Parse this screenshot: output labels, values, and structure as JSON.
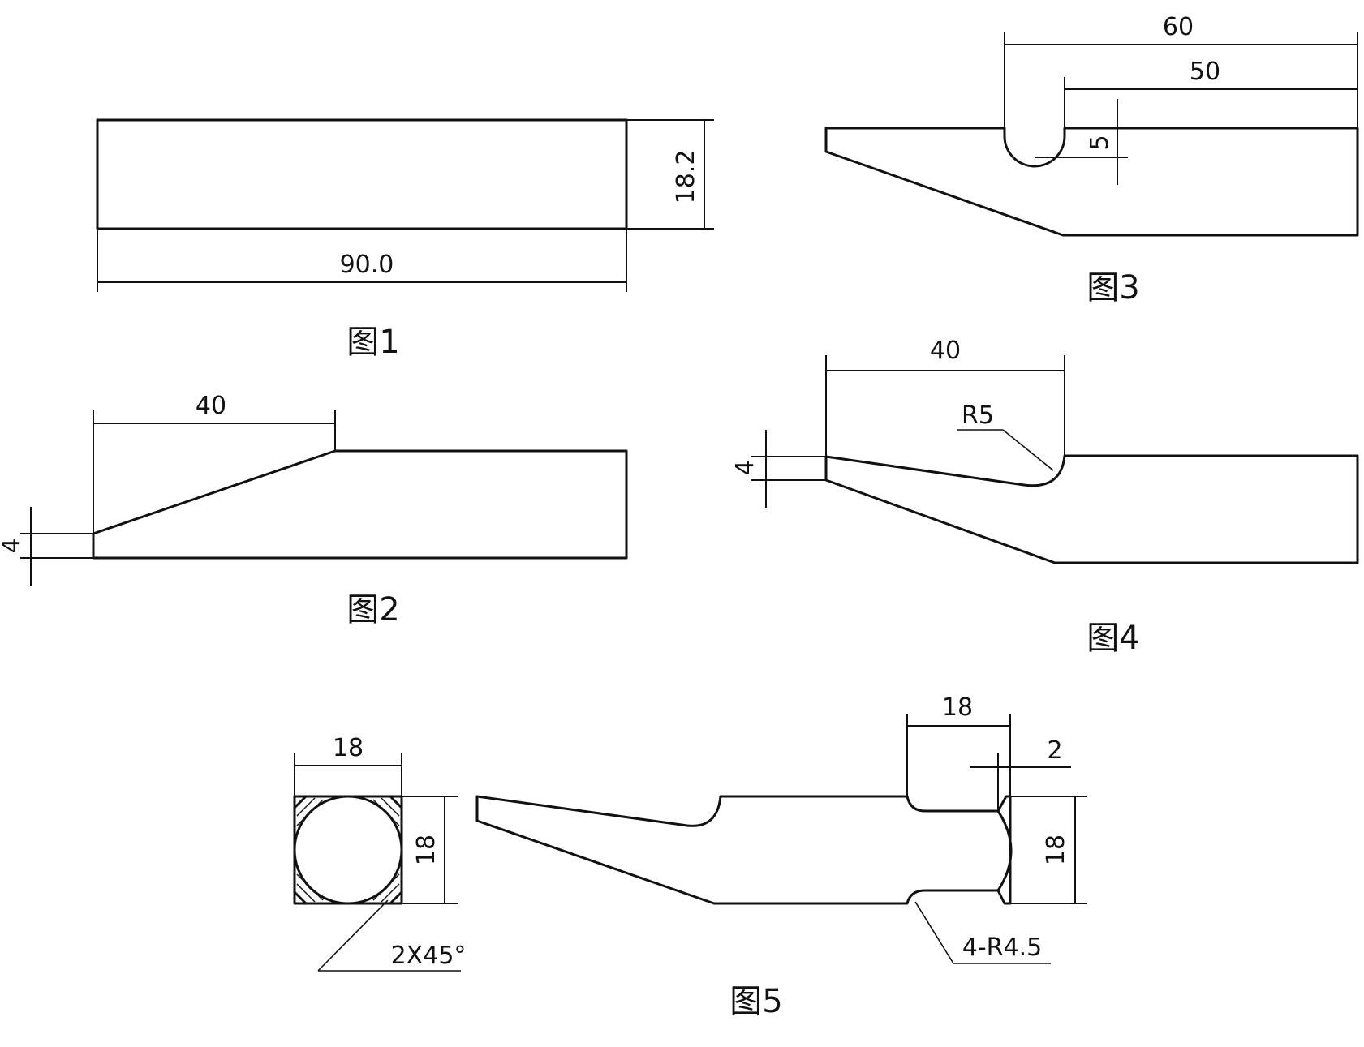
{
  "fig1": {
    "caption": "图1",
    "dim_length": "90.0",
    "dim_height": "18.2"
  },
  "fig2": {
    "caption": "图2",
    "dim_bevel_length": "40",
    "dim_tip": "4"
  },
  "fig3": {
    "caption": "图3",
    "dim_outer": "60",
    "dim_inner": "50",
    "dim_depth": "5"
  },
  "fig4": {
    "caption": "图4",
    "dim_length": "40",
    "dim_radius": "R5",
    "dim_tip": "4"
  },
  "fig5": {
    "caption": "图5",
    "dim_square_width": "18",
    "dim_square_height": "18",
    "dim_chamfer": "2X45°",
    "dim_handle_length": "18",
    "dim_offset": "2",
    "dim_end_height": "18",
    "dim_fillets": "4-R4.5"
  }
}
